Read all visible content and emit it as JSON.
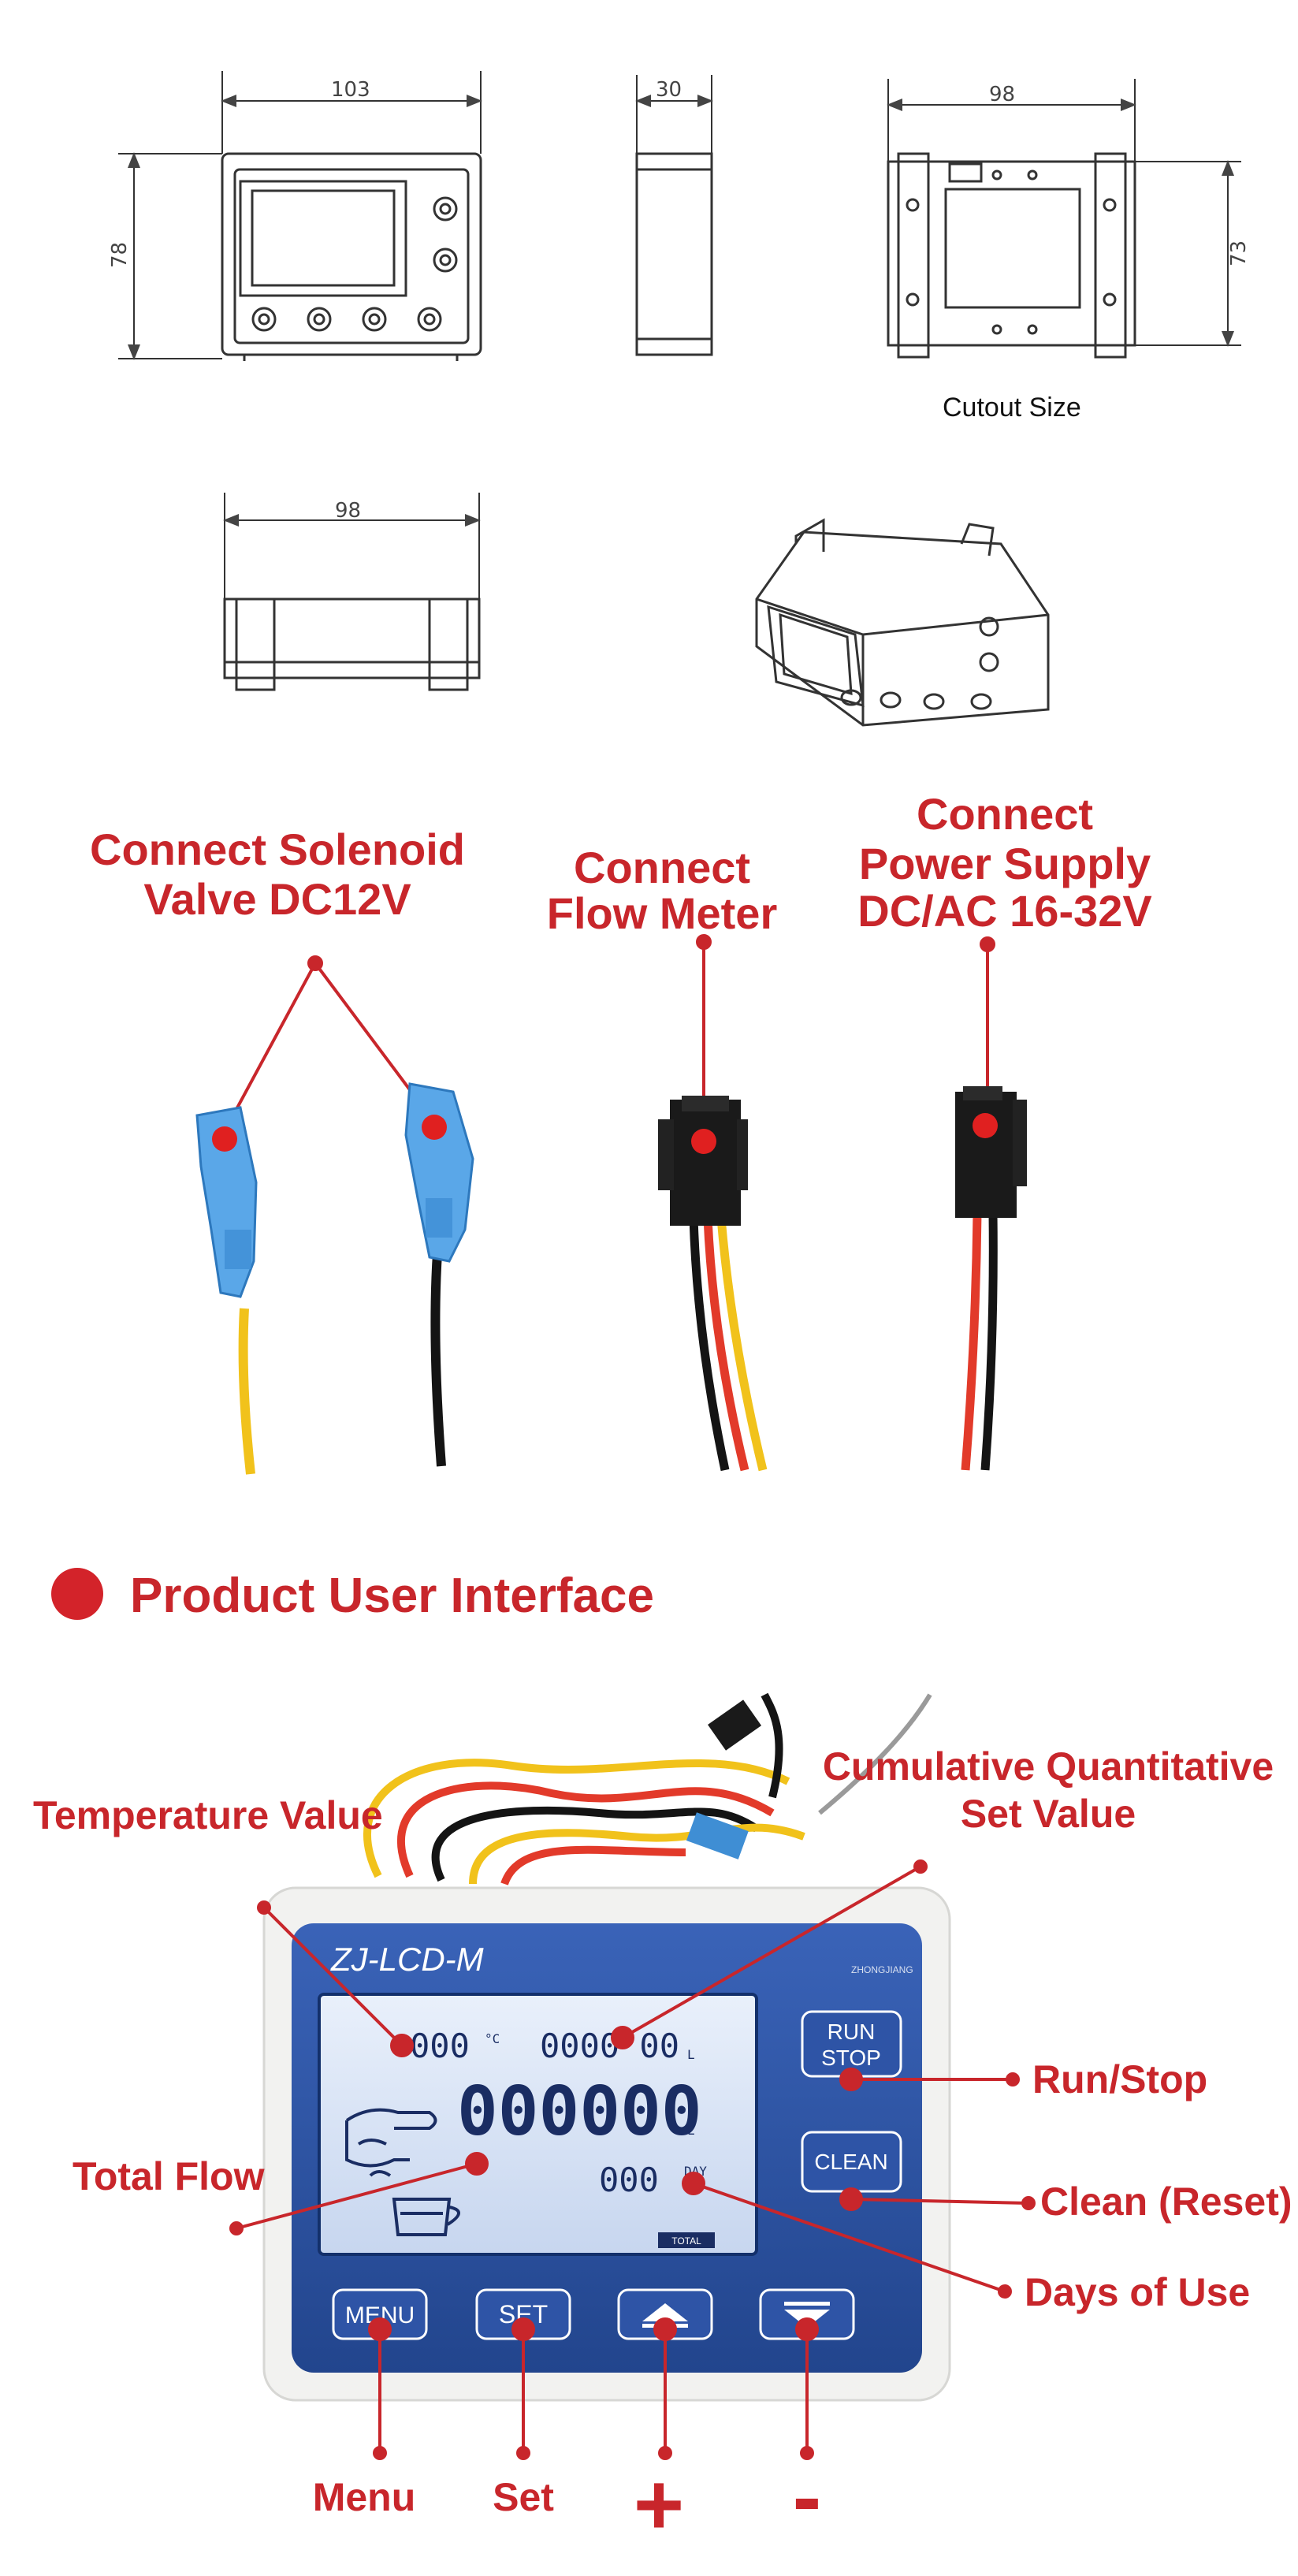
{
  "drawings": {
    "front_width": "103",
    "front_height": "78",
    "side_depth": "30",
    "back_width": "98",
    "back_height": "73",
    "cutout_caption": "Cutout Size",
    "bottom_width": "98"
  },
  "wiring": {
    "solenoid_label_line1": "Connect Solenoid",
    "solenoid_label_line2": "Valve DC12V",
    "flow_label_line1": "Connect",
    "flow_label_line2": "Flow Meter",
    "power_label_line1": "Connect",
    "power_label_line2": "Power Supply",
    "power_label_line3": "DC/AC 16-32V"
  },
  "ui_section": {
    "heading": "Product User Interface",
    "model": "ZJ-LCD-M",
    "brand": "ZHONGJIANG",
    "lcd": {
      "temp_digits": "000",
      "temp_unit": "°C",
      "cumulative_digits": "0000 00",
      "cumulative_unit": "L",
      "total_digits": "000000",
      "total_unit": "L",
      "days_digits": "000",
      "days_unit": "DAY",
      "total_badge": "TOTAL"
    },
    "buttons": {
      "run_line1": "RUN",
      "run_line2": "STOP",
      "clean": "CLEAN",
      "menu": "MENU",
      "set": "SET"
    },
    "callouts": {
      "temperature": "Temperature Value",
      "cumulative_line1": "Cumulative Quantitative",
      "cumulative_line2": "Set Value",
      "run_stop": "Run/Stop",
      "total_flow": "Total Flow",
      "clean_reset": "Clean (Reset)",
      "days_of_use": "Days of Use",
      "menu": "Menu",
      "set": "Set",
      "plus": "+",
      "minus": "-"
    }
  },
  "colors": {
    "accent_red": "#c8262b",
    "panel_blue": "#2b4f9c",
    "lcd_blue": "#d9e4f5"
  }
}
